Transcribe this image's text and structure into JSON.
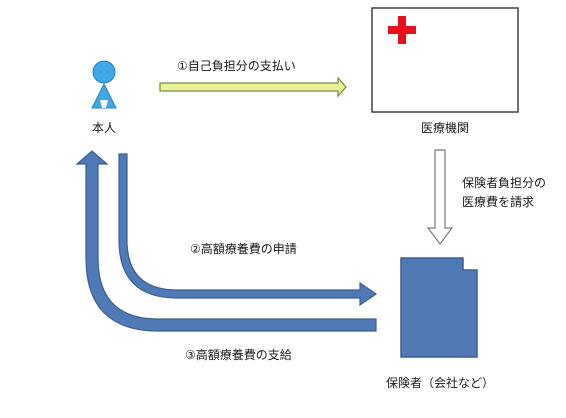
{
  "nodes": {
    "person": "本人",
    "medical_institution": "医療機関",
    "insurer": "保険者（会社など）"
  },
  "flows": {
    "copay_payment": "①自己負担分の支払い",
    "insurer_billing_line1": "保険者負担分の",
    "insurer_billing_line2": "医療費を請求",
    "high_cost_application": "②高額療養費の申請",
    "high_cost_payment": "③高額療養費の支給"
  },
  "colors": {
    "person_fill": "#3fa9e8",
    "arrow_blue": "#4f7ab5",
    "arrow_blue_border": "#3b5f91",
    "arrow_green_fill": "#e9f39a",
    "arrow_green_border": "#7a8a3a",
    "cross_red": "#e8111b",
    "box_border": "#404040"
  },
  "icons": {
    "medical_cross": "red-cross-icon",
    "person": "person-icon",
    "insurer_document": "document-icon"
  }
}
